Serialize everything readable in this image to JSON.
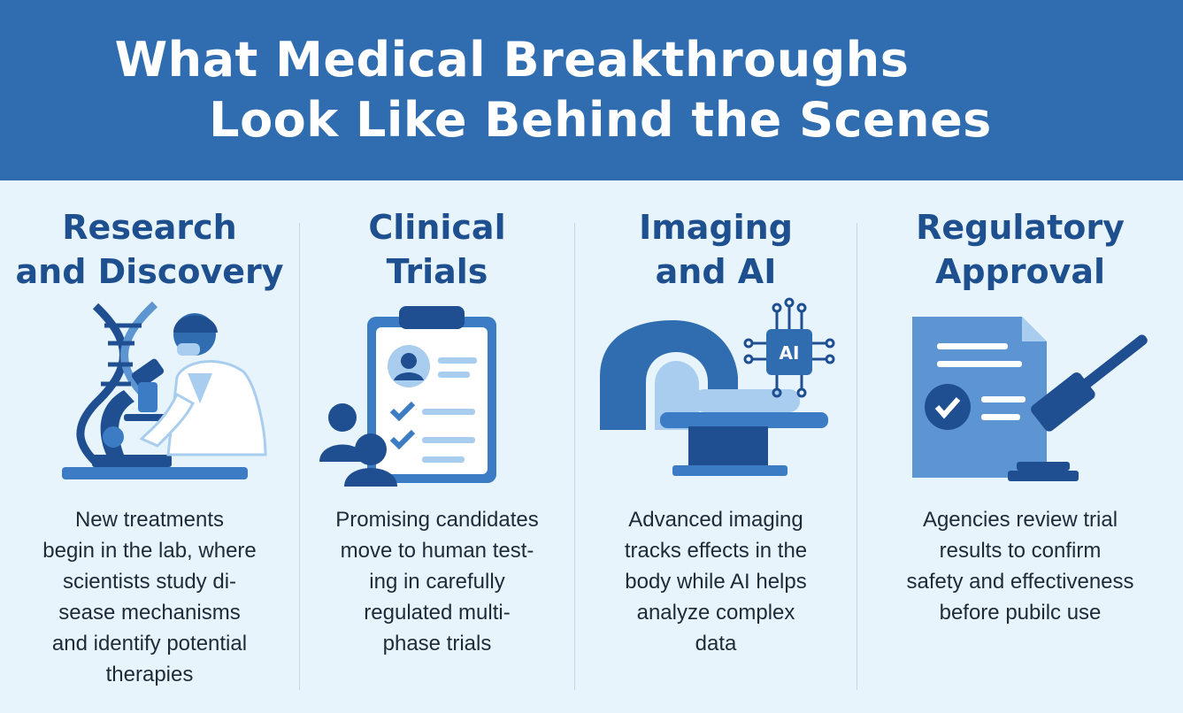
{
  "header": {
    "title_line1": "What Medical Breakthroughs",
    "title_line2": "Look Like Behind the Scenes"
  },
  "colors": {
    "header_bg": "#2f6db0",
    "page_bg": "#e8f4fb",
    "heading_text": "#1e4f8e",
    "icon_dark": "#1f4f91",
    "icon_mid": "#3b7cc4",
    "icon_light": "#a9cdee"
  },
  "columns": [
    {
      "title_line1": "Research",
      "title_line2": "and Discovery",
      "icon": "dna-microscope-scientist-icon",
      "text": "New treatments\nbegin in the lab, where\nscientists study di-\nsease mechanisms\nand identify potential\ntherapies"
    },
    {
      "title_line1": "Clinical",
      "title_line2": "Trials",
      "icon": "clipboard-checklist-patients-icon",
      "text": "Promising candidates\nmove to human test-\ning in carefully\nregulated multi-\nphase trials"
    },
    {
      "title_line1": "Imaging",
      "title_line2": "and AI",
      "icon": "mri-scanner-ai-chip-icon",
      "ai_label": "AI",
      "text": "Advanced imaging\ntracks effects in the\nbody while AI helps\nanalyze complex\ndata"
    },
    {
      "title_line1": "Regulatory",
      "title_line2": "Approval",
      "icon": "approved-document-gavel-icon",
      "text": "Agencies review trial\nresults to confirm\nsafety and effectiveness\nbefore pubilc use"
    }
  ]
}
